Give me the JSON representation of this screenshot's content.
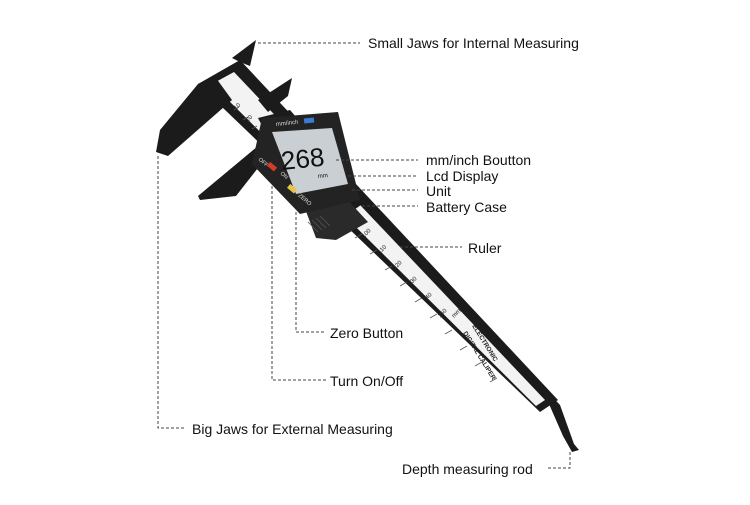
{
  "diagram": {
    "subject": "digital caliper",
    "colors": {
      "body": "#1b1b1b",
      "ruler_face": "#f3f3f3",
      "lcd_bg": "#c9cfd2",
      "lcd_digits": "#111111",
      "leader_line": "#444444",
      "label_text": "#111111"
    },
    "labels": {
      "small_jaws": "Small Jaws for Internal Measuring",
      "mm_inch_button": "mm/inch Boutton",
      "lcd_display": "Lcd Display",
      "unit": "Unit",
      "battery_case": "Battery Case",
      "ruler": "Ruler",
      "zero_button": "Zero Button",
      "turn_on_off": "Turn On/Off",
      "big_jaws": "Big Jaws for External Measuring",
      "depth_rod": "Depth measuring rod"
    },
    "device_text": {
      "lcd_reading": "268",
      "lcd_unit": "mm",
      "header_mm_inch": "mm/inch",
      "btn_off": "OFF",
      "btn_on": "ON",
      "btn_zero": "ZERO",
      "engraving_line1": "ELECTRONIC",
      "engraving_line2": "DIGITAL CALIPER",
      "scale_unit": "mm",
      "scale_numbers": [
        "0",
        "10",
        "20",
        "100",
        "110",
        "120",
        "130",
        "140",
        "150"
      ]
    }
  }
}
